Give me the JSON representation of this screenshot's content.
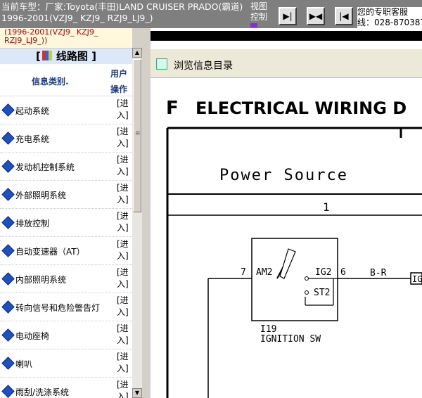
{
  "header": {
    "car_line1": "当前车型：厂家:Toyota(丰田)LAND CRUISER PRADO(霸道)",
    "car_line2": "1996-2001(VZJ9_ KZJ9_ RZJ9_LJ9_)",
    "view_label_1": "视图",
    "view_label_2": "控制",
    "service_line1": "您的专职客服",
    "service_line2": "线：028-870387"
  },
  "sidebar": {
    "top_line1": "(1996-2001(VZJ9_ KZJ9_",
    "top_line2": "RZJ9_LJ9_))",
    "section_title": "线路图",
    "bracket_left": "[",
    "bracket_right": "]",
    "col_category": "信息类别.",
    "col_user": "用户",
    "col_ops": "操作",
    "enter_line1": "[进",
    "enter_line2": "入]",
    "items": [
      {
        "label": "起动系统"
      },
      {
        "label": "充电系统"
      },
      {
        "label": "发动机控制系统"
      },
      {
        "label": "外部照明系统"
      },
      {
        "label": "排放控制"
      },
      {
        "label": "自动变速器（AT）"
      },
      {
        "label": "内部照明系统"
      },
      {
        "label": "转向信号和危险警告灯"
      },
      {
        "label": "电动座椅"
      },
      {
        "label": "喇叭"
      },
      {
        "label": "雨刮/洗涤系统"
      }
    ]
  },
  "content": {
    "browse_label": "浏览信息目录",
    "diagram": {
      "heading_letter": "F",
      "heading_text": "ELECTRICAL WIRING D",
      "section": "Power Source",
      "column_number": "1",
      "pin_left": "7",
      "terminal_am2": "AM2",
      "terminal_ig2": "IG2",
      "pin_right": "6",
      "terminal_st2": "ST2",
      "wire_color": "B-R",
      "right_fragment": "IG",
      "component_code": "I19",
      "component_name": "IGNITION SW"
    }
  }
}
